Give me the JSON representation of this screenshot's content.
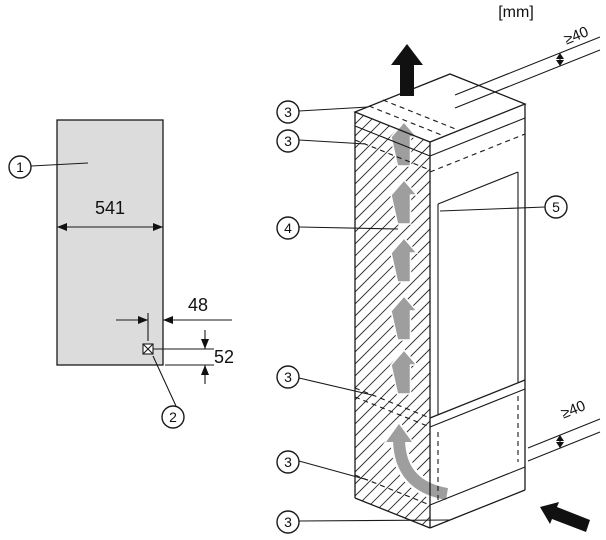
{
  "unit_label": "[mm]",
  "dimensions": {
    "door_width": "541",
    "hinge_offset_x": "48",
    "hinge_offset_y": "52",
    "min_gap_top": "≥40",
    "min_gap_mid": "≥40"
  },
  "callouts": {
    "n1": "1",
    "n2": "2",
    "n3": "3",
    "n4": "4",
    "n5": "5"
  },
  "colors": {
    "line": "#1a1a1a",
    "panel_fill": "#dcdcdc",
    "flow_arrow": "#9e9e9e",
    "black_arrow": "#111111"
  }
}
